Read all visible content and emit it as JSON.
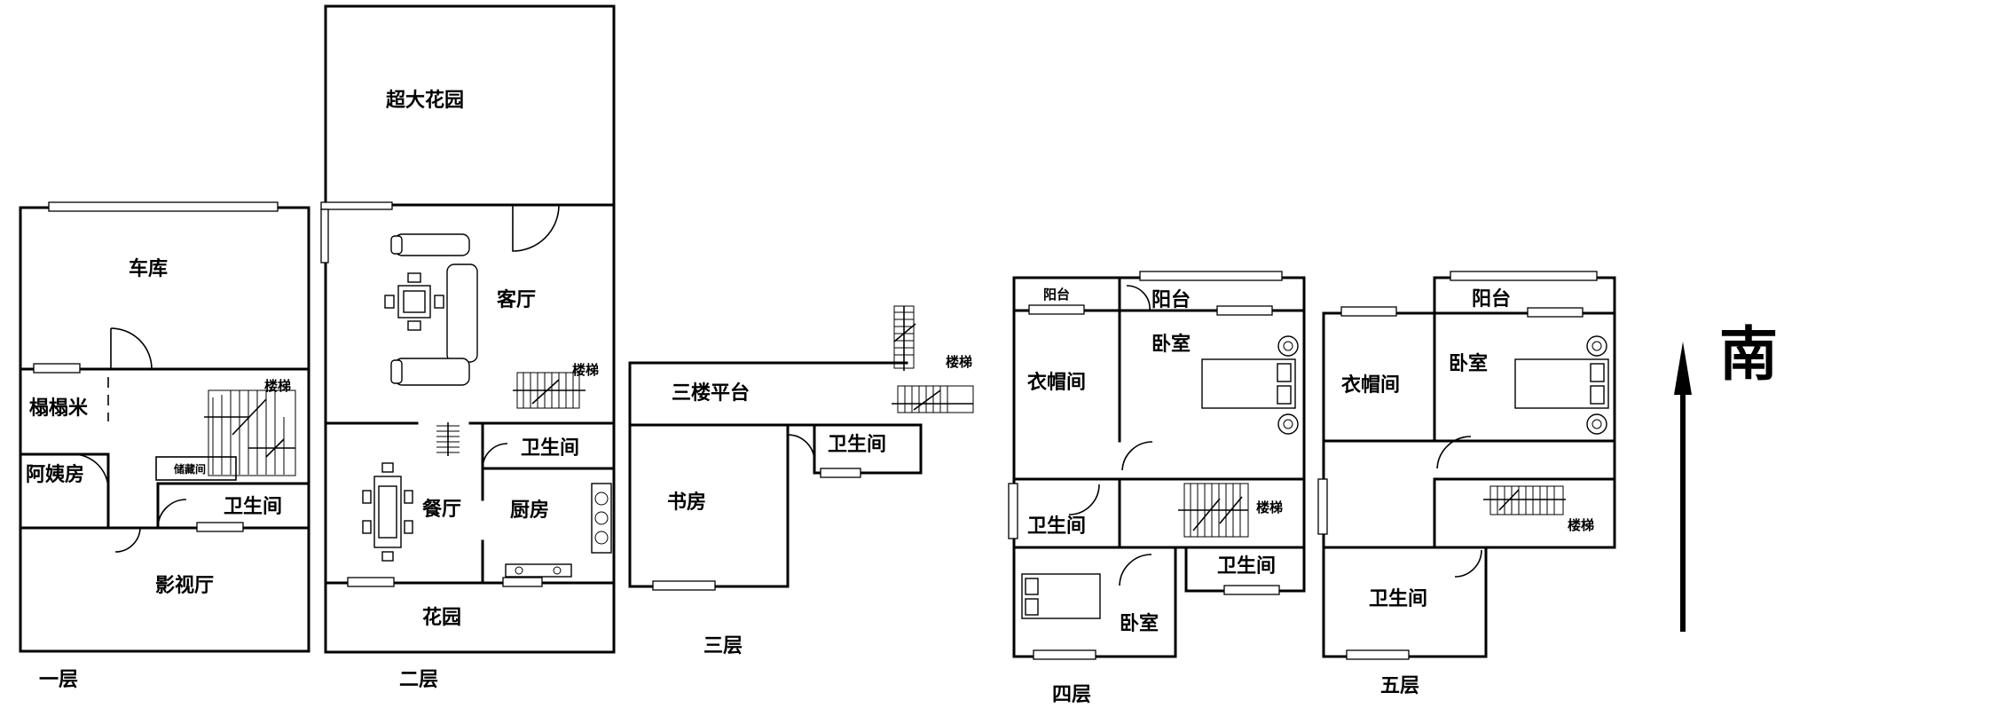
{
  "floor_1": {
    "label": "一层",
    "rooms": {
      "garage": "车库",
      "tatami": "榻榻米",
      "maid_room": "阿姨房",
      "storage": "储藏间",
      "bathroom": "卫生间",
      "theater": "影视厅",
      "stairs": "楼梯"
    }
  },
  "floor_2": {
    "label": "二层",
    "rooms": {
      "big_garden": "超大花园",
      "living_room": "客厅",
      "stairs": "楼梯",
      "bathroom": "卫生间",
      "dining_room": "餐厅",
      "kitchen": "厨房",
      "garden": "花园"
    }
  },
  "floor_3": {
    "label": "三层",
    "rooms": {
      "terrace": "三楼平台",
      "bathroom": "卫生间",
      "study": "书房",
      "stairs": "楼梯"
    }
  },
  "floor_4": {
    "label": "四层",
    "rooms": {
      "balcony_small": "阳台",
      "balcony": "阳台",
      "bedroom": "卧室",
      "closet": "衣帽间",
      "bathroom_left": "卫生间",
      "stairs": "楼梯",
      "bathroom_right": "卫生间",
      "bedroom_lower": "卧室"
    }
  },
  "floor_5": {
    "label": "五层",
    "rooms": {
      "balcony": "阳台",
      "closet": "衣帽间",
      "bedroom": "卧室",
      "stairs": "楼梯",
      "bathroom": "卫生间"
    }
  },
  "compass": {
    "label": "南"
  }
}
